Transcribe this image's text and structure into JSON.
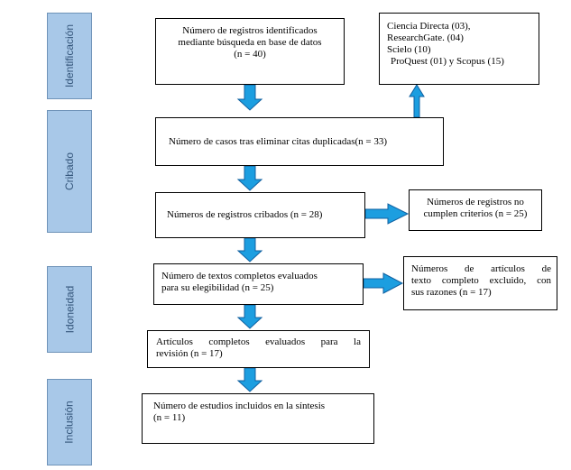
{
  "phases": {
    "identificacion": "Identificación",
    "cribado": "Cribado",
    "idoneidad": "Idoneidad",
    "inclusion": "Inclusión"
  },
  "boxes": {
    "identified": [
      "Número de registros identificados",
      "mediante búsqueda en base de datos",
      "(n = 40)"
    ],
    "sources": [
      "Ciencia Directa (03),",
      "ResearchGate. (04)",
      "Scielo (10)",
      "ProQuest (01) y Scopus (15)"
    ],
    "duplicates": [
      "Número de casos tras eliminar citas duplicadas(n = 33)"
    ],
    "screened": [
      "Números de registros cribados (n = 28)"
    ],
    "excluded_records": [
      "Números de registros no",
      "cumplen criterios (n = 25)"
    ],
    "full_text": [
      "Número de textos completos evaluados",
      "para su elegibilidad (n = 25)"
    ],
    "excluded_articles": [
      "Números de artículos de",
      "texto completo excluido, con",
      "sus razones (n = 17)"
    ],
    "complete_articles": [
      "Artículos completos evaluados para la",
      "revisión (n = 17)"
    ],
    "included": [
      "Número de estudios incluidos en la síntesis",
      "(n = 11)"
    ]
  },
  "colors": {
    "arrow_fill": "#1c9ee0",
    "arrow_stroke": "#1060a0",
    "phase_fill": "#a8c8e8",
    "phase_text": "#33557a"
  }
}
